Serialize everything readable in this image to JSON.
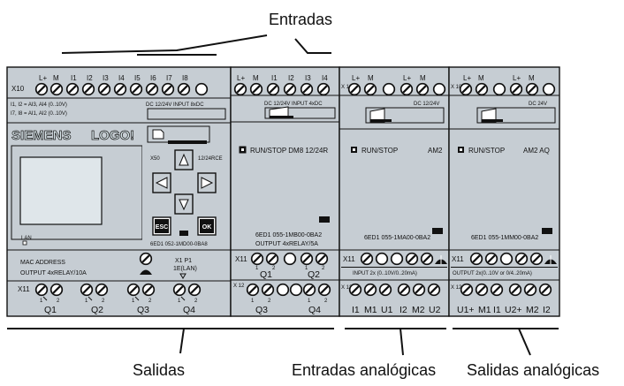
{
  "labels": {
    "entradas": "Entradas",
    "salidas": "Salidas",
    "entradas_analogicas": "Entradas analógicas",
    "salidas_analogicas": "Salidas analógicas"
  },
  "base": {
    "x10": "X10",
    "top_terminals": [
      "L+",
      "M",
      "I1",
      "I2",
      "I3",
      "I4",
      "I5",
      "I6",
      "I7",
      "I8"
    ],
    "note1": "I1, I2 = AI3, AI4 (0..10V)",
    "note2": "I7, I8 = AI1, AI2 (0..10V)",
    "input_caption": "DC 12/24V INPUT 8xDC",
    "brand": "SIEMENS",
    "logo": "LOGO!",
    "x50": "X50",
    "version": "12/24RCE",
    "esc": "ESC",
    "ok": "OK",
    "lan": "LAN",
    "order": "6ED1 052-1MD00-0BA8",
    "mac": "MAC ADDRESS",
    "output": "OUTPUT 4xRELAY/10A",
    "x1p1": "X1 P1",
    "lan_port": "1E(LAN)",
    "x11": "X11",
    "outputs": [
      "Q1",
      "Q2",
      "Q3",
      "Q4"
    ],
    "pin1": "1",
    "pin2": "2"
  },
  "dm8": {
    "top_terminals": [
      "L+",
      "M",
      "I1",
      "I2",
      "I3",
      "I4"
    ],
    "input_caption": "DC 12/24V INPUT 4xDC",
    "run_stop": "RUN/STOP DM8 12/24R",
    "order": "6ED1 055-1MB00-0BA2",
    "output": "OUTPUT 4xRELAY/5A",
    "x11": "X11",
    "x12": "X 12",
    "outputs_top": [
      "Q1",
      "Q2"
    ],
    "outputs_bottom": [
      "Q3",
      "Q4"
    ]
  },
  "am2": {
    "x10": "X 10",
    "top_terminals": [
      "L+",
      "M",
      "L+",
      "M"
    ],
    "caption": "DC 12/24V",
    "run_stop": "RUN/STOP",
    "model": "AM2",
    "order": "6ED1 055-1MA00-0BA2",
    "x11": "X11",
    "input_caption": "INPUT 2x (0..10V/0..20mA)",
    "x12": "X 12",
    "bottom_terminals": [
      "I1",
      "M1",
      "U1",
      "I2",
      "M2",
      "U2"
    ]
  },
  "am2aq": {
    "x10": "X 10",
    "top_terminals": [
      "L+",
      "M",
      "L+",
      "M"
    ],
    "caption": "DC 24V",
    "run_stop": "RUN/STOP",
    "model": "AM2 AQ",
    "order": "6ED1 055-1MM00-0BA2",
    "x11": "X11",
    "output_caption": "OUTPUT 2x(0..10V or 0/4..20mA)",
    "x12": "X 12",
    "bottom_terminals": [
      "U1+",
      "M1",
      "I1",
      "U2+",
      "M2",
      "I2"
    ]
  },
  "colors": {
    "housing": "#c6cdd3",
    "stroke": "#111111",
    "display": "#dfe6ea",
    "siemens_text": "#d9e6ea"
  }
}
